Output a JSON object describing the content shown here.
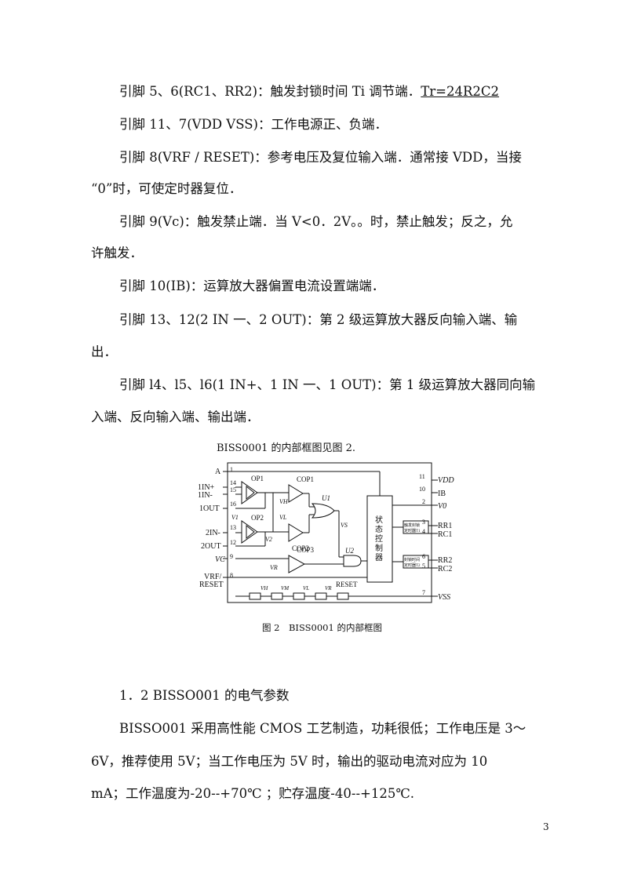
{
  "paragraphs": {
    "p1": "引脚 5、6(RC1、RR2)：触发封锁时间 Ti 调节端．",
    "p1_formula": "Tr=24R2C2",
    "p2": "引脚 11、7(VDD VSS)：工作电源正、负端．",
    "p3a": "引脚 8(VRF / RESET)：参考电压及复位输入端．通常接 VDD，当接",
    "p3b": "“0”时，可使定时器复位．",
    "p4a": "引脚 9(Vc)：触发禁止端．当 V<0．2V。。时，禁止触发；反之，允",
    "p4b": "许触发．",
    "p5": "引脚 10(IB)：运算放大器偏置电流设置端端．",
    "p6a": "引脚 13、12(2 IN 一、2 OUT)：第 2 级运算放大器反向输入端、输",
    "p6b": "出．",
    "p7a": "引脚 l4、l5、l6(1 IN+、1 IN 一、1 OUT)：第 1 级运算放大器同向输",
    "p7b": "入端、反向输入端、输出端．"
  },
  "figure": {
    "intro": "BISS0001 的内部框图见图 2.",
    "caption": "图 2　BISS0001 的内部框图",
    "left_pins": {
      "A": "A",
      "p1": "1",
      "p14": "14",
      "p15": "15",
      "p16": "16",
      "in_plus": "1IN+",
      "in_minus": "1IN-",
      "out1": "1OUT",
      "p13": "13",
      "p12": "12",
      "in2": "2IN-",
      "out2": "2OUT",
      "vc": "VC",
      "p9": "9",
      "vrf": "VRF/",
      "reset": "RESET",
      "p8": "8"
    },
    "blocks": {
      "op1": "OP1",
      "op2": "OP2",
      "cop1": "COP1",
      "cop2": "COP2",
      "cop3": "COP3",
      "u1": "U1",
      "u2": "U2",
      "vs": "VS",
      "v1": "V1",
      "v2": "V2",
      "vh": "VH",
      "vl": "VL",
      "vr": "VR",
      "state_controller": [
        "状",
        "态",
        "控",
        "制",
        "器"
      ],
      "timer1": [
        "触发封锁",
        "定时器T1"
      ],
      "timer2": [
        "封锁时间",
        "定时器T2"
      ],
      "reset_label": "RESET",
      "res_labels": [
        "VH",
        "VM",
        "VL",
        "VR"
      ]
    },
    "right_pins": {
      "p11": "11",
      "vdd": "VDD",
      "p10": "10",
      "ib": "IB",
      "p2": "2",
      "vo": "V0",
      "p3": "3",
      "rr1": "RR1",
      "p4": "4",
      "rc1": "RC1",
      "p6": "6",
      "rr2": "RR2",
      "p5": "5",
      "rc2": "RC2",
      "p7": "7",
      "vss": "VSS"
    }
  },
  "section": {
    "heading": "1．2 BISSO001 的电气参数",
    "body1": "BISSO001 采用高性能 CMOS 工艺制造，功耗很低；工作电压是 3～",
    "body2": "6V，推荐使用 5V；当工作电压为 5V 时，输出的驱动电流对应为 10",
    "body3": "mA；工作温度为-20--+70℃ ；贮存温度-40--+125℃."
  },
  "page_number": "3"
}
